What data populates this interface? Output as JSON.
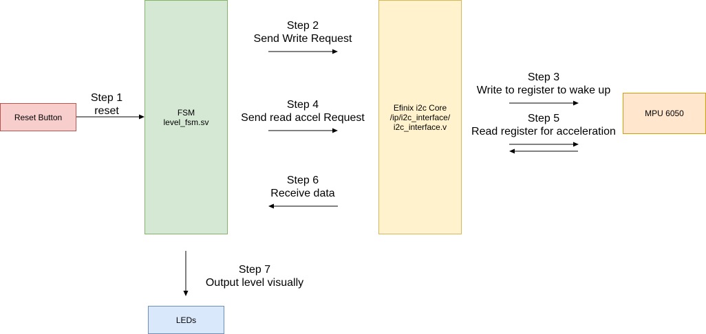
{
  "boxes": {
    "reset": {
      "lines": [
        "Reset Button"
      ],
      "fill": "#f8cecc",
      "stroke": "#b85450"
    },
    "fsm": {
      "lines": [
        "FSM",
        "level_fsm.sv"
      ],
      "fill": "#d5e8d4",
      "stroke": "#82b366"
    },
    "efinix": {
      "lines": [
        "Efinix i2c Core",
        "/ip/i2c_interface/",
        "i2c_interface.v"
      ],
      "fill": "#fff2cc",
      "stroke": "#d6b656"
    },
    "mpu": {
      "lines": [
        "MPU 6050"
      ],
      "fill": "#ffe6cc",
      "stroke": "#d79b00"
    },
    "leds": {
      "lines": [
        "LEDs"
      ],
      "fill": "#dae8fc",
      "stroke": "#6c8ebf"
    }
  },
  "steps": {
    "step1": {
      "title": "Step 1",
      "desc": "reset"
    },
    "step2": {
      "title": "Step 2",
      "desc": "Send Write Request"
    },
    "step3": {
      "title": "Step 3",
      "desc": "Write to register to wake up"
    },
    "step4": {
      "title": "Step 4",
      "desc": "Send read accel Request"
    },
    "step5": {
      "title": "Step 5",
      "desc": "Read register for acceleration"
    },
    "step6": {
      "title": "Step 6",
      "desc": "Receive data"
    },
    "step7": {
      "title": "Step 7",
      "desc": "Output level visually"
    }
  }
}
